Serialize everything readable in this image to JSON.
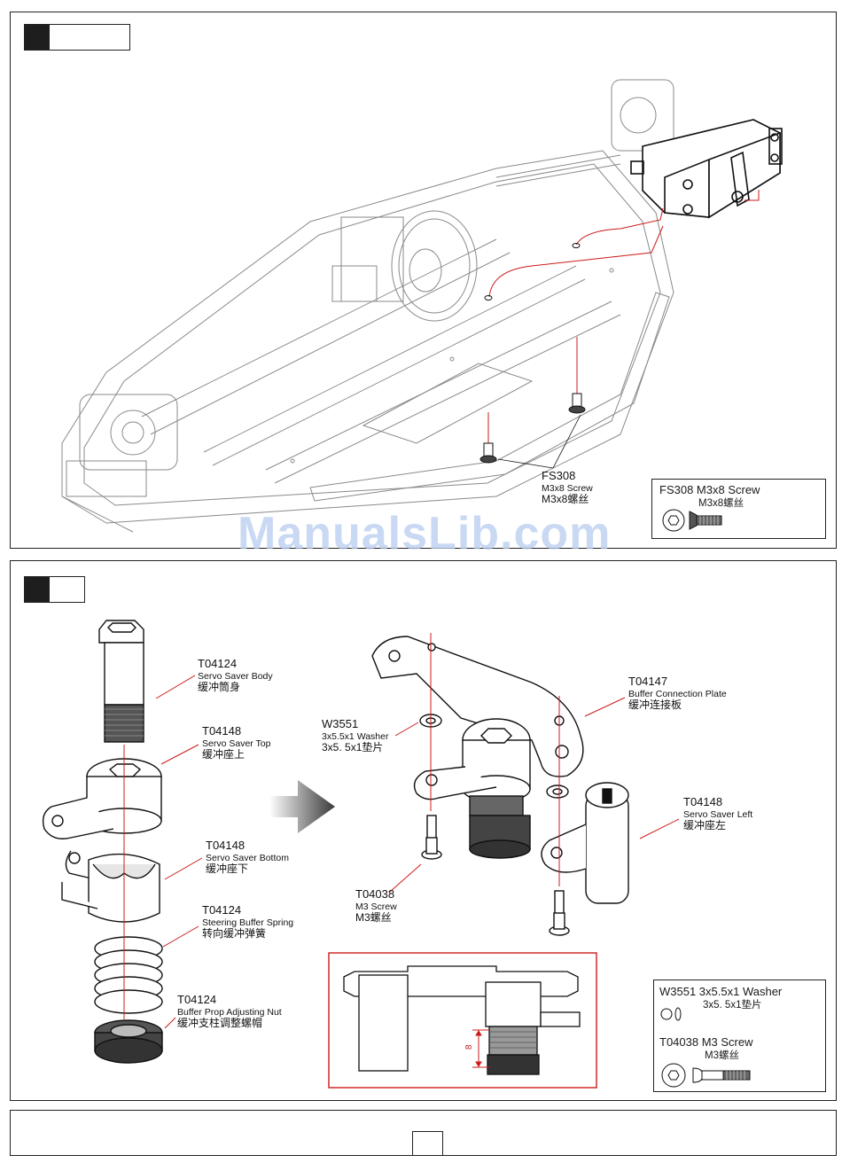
{
  "watermark": "ManualsLib.com",
  "step1": {
    "callouts": [
      {
        "code": "FS308",
        "en": "M3x8 Screw",
        "cn": "M3x8螺丝"
      }
    ],
    "legend": {
      "title": "FS308 M3x8 Screw",
      "sub": "M3x8螺丝"
    }
  },
  "step2": {
    "left_parts": [
      {
        "code": "T04124",
        "en": "Servo Saver Body",
        "cn": "缓冲筒身"
      },
      {
        "code": "T04148",
        "en": "Servo Saver Top",
        "cn": "缓冲座上"
      },
      {
        "code": "T04148",
        "en": "Servo Saver Bottom",
        "cn": "缓冲座下"
      },
      {
        "code": "T04124",
        "en": "Steering Buffer Spring",
        "cn": "转向缓冲弹簧"
      },
      {
        "code": "T04124",
        "en": "Buffer Prop Adjusting Nut",
        "cn": "缓冲支柱调整螺帽"
      }
    ],
    "right_parts": [
      {
        "code": "T04147",
        "en": "Buffer Connection Plate",
        "cn": "缓冲连接板"
      },
      {
        "code": "W3551",
        "en": "3x5.5x1 Washer",
        "cn": "3x5. 5x1垫片"
      },
      {
        "code": "T04148",
        "en": "Servo Saver Left",
        "cn": "缓冲座左"
      },
      {
        "code": "T04038",
        "en": "M3 Screw",
        "cn": "M3螺丝"
      }
    ],
    "detail_dimension": "8",
    "legend": {
      "item1_title": "W3551 3x5.5x1 Washer",
      "item1_sub": "3x5. 5x1垫片",
      "item2_title": "T04038 M3 Screw",
      "item2_sub": "M3螺丝"
    }
  }
}
